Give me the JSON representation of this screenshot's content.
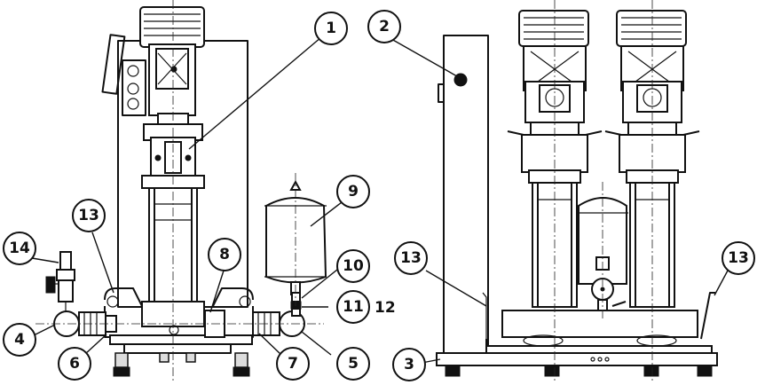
{
  "callouts": [
    {
      "id": "c1",
      "label": "1"
    },
    {
      "id": "c2",
      "label": "2"
    },
    {
      "id": "c3",
      "label": "3"
    },
    {
      "id": "c4",
      "label": "4"
    },
    {
      "id": "c5",
      "label": "5"
    },
    {
      "id": "c6",
      "label": "6"
    },
    {
      "id": "c7",
      "label": "7"
    },
    {
      "id": "c8",
      "label": "8"
    },
    {
      "id": "c9",
      "label": "9"
    },
    {
      "id": "c10",
      "label": "10"
    },
    {
      "id": "c11",
      "label": "11"
    },
    {
      "id": "c13a",
      "label": "13"
    },
    {
      "id": "c13b",
      "label": "13"
    },
    {
      "id": "c13c",
      "label": "13"
    },
    {
      "id": "c14",
      "label": "14"
    }
  ],
  "free_labels": {
    "twelve": "12"
  },
  "colors": {
    "stroke": "#111111",
    "background": "#ffffff"
  }
}
